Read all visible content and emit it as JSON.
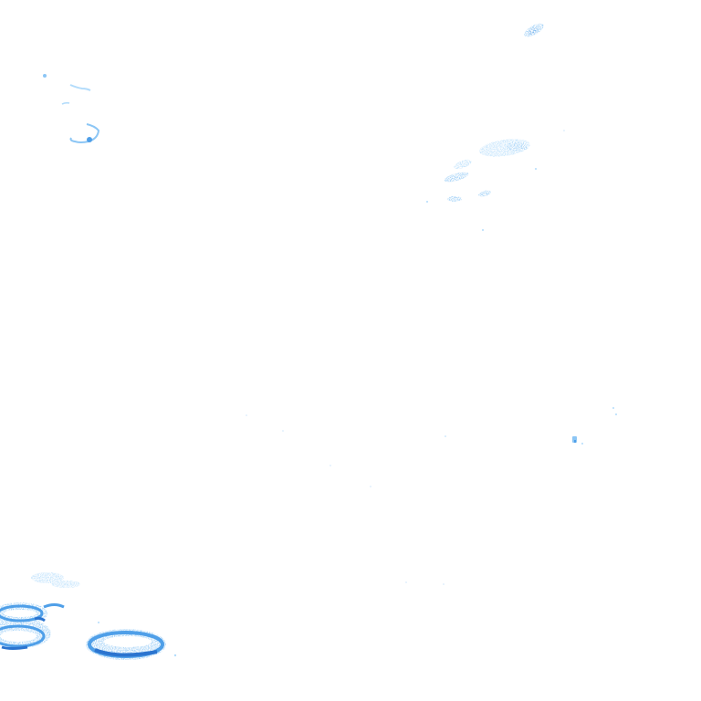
{
  "layer": {
    "type": "precipitation-radar",
    "background": "#ffffff",
    "palette": {
      "light": "#b3dcfb",
      "medium": "#8cc6f5",
      "heavy": "#4f9fe8",
      "core": "#2b74cf"
    }
  },
  "echoes": [
    {
      "id": "echo-top-right-small",
      "intensity": "medium"
    },
    {
      "id": "echo-upper-left-cluster",
      "intensity": "light"
    },
    {
      "id": "echo-upper-right-band",
      "intensity": "medium"
    },
    {
      "id": "echo-mid-right-speck",
      "intensity": "light"
    },
    {
      "id": "echo-lower-left-cell",
      "intensity": "heavy"
    },
    {
      "id": "echo-bottom-left-cell",
      "intensity": "heavy"
    }
  ]
}
